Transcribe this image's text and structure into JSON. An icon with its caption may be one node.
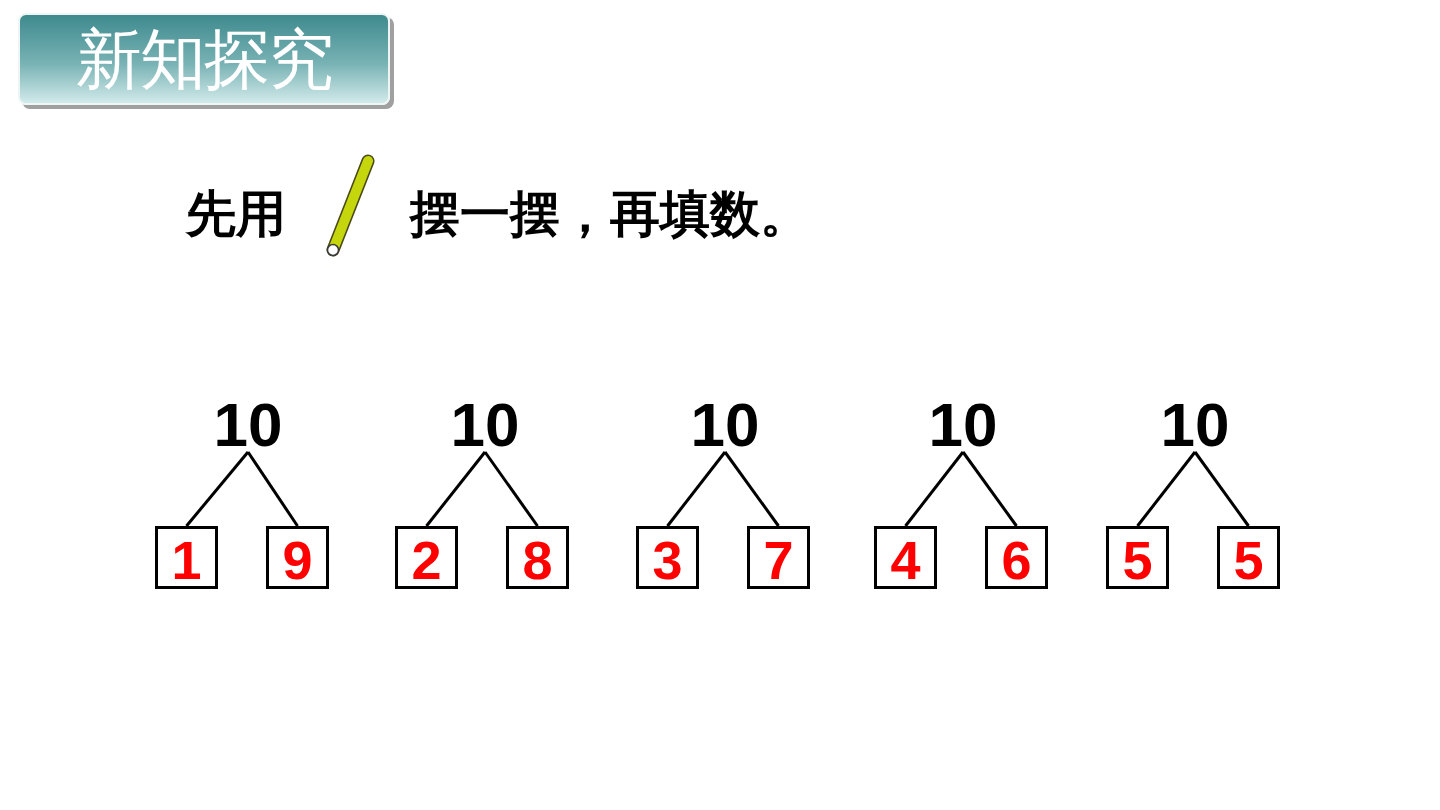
{
  "diagram": {
    "title": "新知探究",
    "nodes": [
      {
        "text": [
          "10"
        ]
      },
      {
        "text": [
          "1"
        ]
      },
      {
        "text": [
          "9"
        ]
      },
      {
        "text": [
          "10"
        ]
      },
      {
        "text": [
          "2"
        ]
      },
      {
        "text": [
          "8"
        ]
      },
      {
        "text": [
          "10"
        ]
      },
      {
        "text": [
          "3"
        ]
      },
      {
        "text": [
          "7"
        ]
      },
      {
        "text": [
          "10"
        ]
      },
      {
        "text": [
          "4"
        ]
      },
      {
        "text": [
          "6"
        ]
      },
      {
        "text": [
          "10"
        ]
      },
      {
        "text": [
          "5"
        ]
      },
      {
        "text": [
          "5"
        ]
      }
    ],
    "edges": [
      {
        "from": 0,
        "to": 1,
        "arrow": "none"
      },
      {
        "from": 0,
        "to": 2,
        "arrow": "none"
      },
      {
        "from": 3,
        "to": 4,
        "arrow": "none"
      },
      {
        "from": 3,
        "to": 5,
        "arrow": "none"
      },
      {
        "from": 6,
        "to": 7,
        "arrow": "none"
      },
      {
        "from": 6,
        "to": 8,
        "arrow": "none"
      },
      {
        "from": 9,
        "to": 10,
        "arrow": "none"
      },
      {
        "from": 9,
        "to": 11,
        "arrow": "none"
      },
      {
        "from": 12,
        "to": 13,
        "arrow": "none"
      },
      {
        "from": 12,
        "to": 14,
        "arrow": "none"
      }
    ],
    "labels": [
      "先用",
      "摆一摆，再填数。"
    ]
  }
}
